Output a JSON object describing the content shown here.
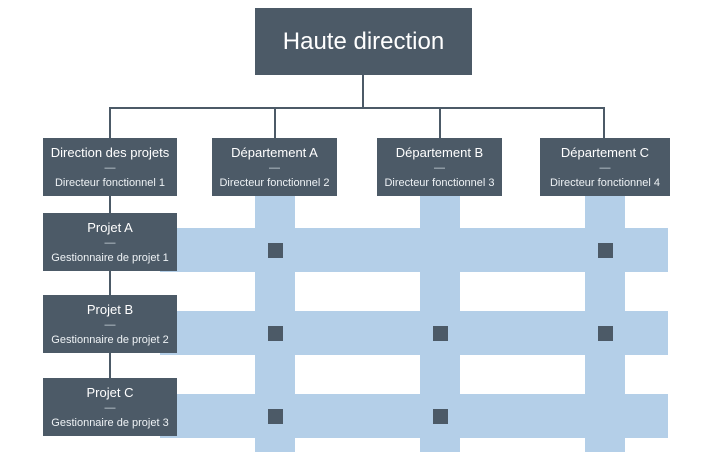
{
  "colors": {
    "box_fill": "#4c5a67",
    "band_fill": "#b4cfe8",
    "line": "#4c5a67",
    "background": "#ffffff",
    "text": "#ffffff"
  },
  "top": {
    "title": "Haute direction"
  },
  "separator": "—",
  "functional_units": [
    {
      "title": "Direction des projets",
      "separator": "—",
      "subtitle": "Directeur fonctionnel 1"
    },
    {
      "title": "Département A",
      "separator": "—",
      "subtitle": "Directeur fonctionnel 2"
    },
    {
      "title": "Département B",
      "separator": "—",
      "subtitle": "Directeur fonctionnel 3"
    },
    {
      "title": "Département C",
      "separator": "—",
      "subtitle": "Directeur fonctionnel 4"
    }
  ],
  "projects": [
    {
      "title": "Projet A",
      "separator": "—",
      "subtitle": "Gestionnaire de projet 1"
    },
    {
      "title": "Projet B",
      "separator": "—",
      "subtitle": "Gestionnaire de projet 2"
    },
    {
      "title": "Projet C",
      "separator": "—",
      "subtitle": "Gestionnaire de projet 3"
    }
  ],
  "matrix": {
    "row_labels": [
      "Projet A",
      "Projet B",
      "Projet C"
    ],
    "column_labels": [
      "Département A",
      "Département B",
      "Département C"
    ],
    "intersections": [
      [
        true,
        false,
        true
      ],
      [
        true,
        true,
        true
      ],
      [
        true,
        true,
        false
      ]
    ]
  }
}
